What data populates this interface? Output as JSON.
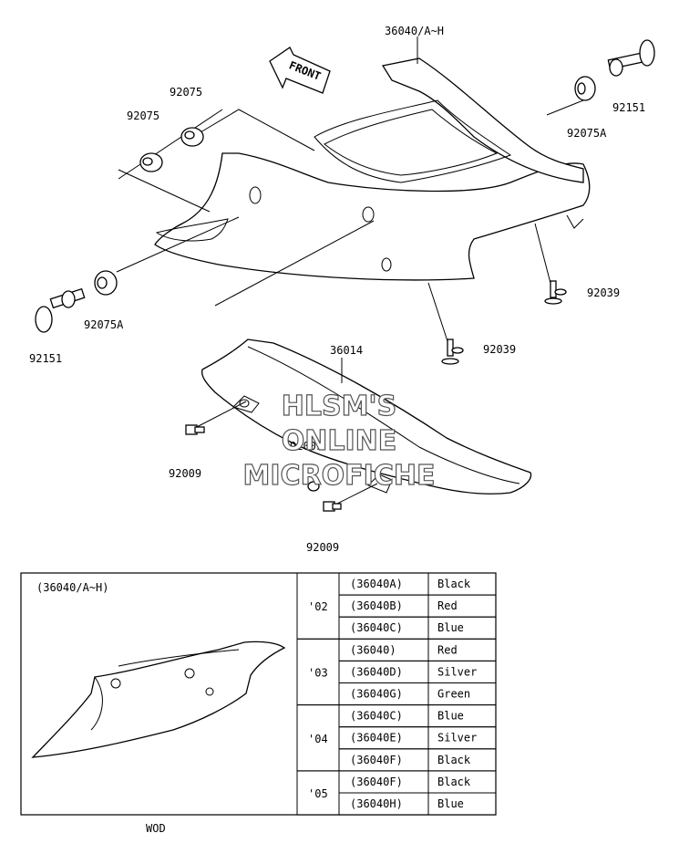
{
  "diagram": {
    "front_label": "FRONT",
    "callouts": {
      "c36040": "36040/A~H",
      "c92075_a": "92075",
      "c92075_b": "92075",
      "c92151_right": "92151",
      "c92075A_right": "92075A",
      "c92075A_left": "92075A",
      "c92151_left": "92151",
      "c92039_right": "92039",
      "c92039_center": "92039",
      "c36014": "36014",
      "c92009_left": "92009",
      "c92009_mid": "92009",
      "c92009_bottom": "92009"
    },
    "watermark": [
      "HLSM'S",
      "ONLINE",
      "MICROFICHE"
    ]
  },
  "inset": {
    "title": "(36040/A~H)",
    "footer": "WOD",
    "groups": [
      {
        "year": "'02",
        "rows": [
          {
            "part": "(36040A)",
            "color": "Black"
          },
          {
            "part": "(36040B)",
            "color": "Red"
          },
          {
            "part": "(36040C)",
            "color": "Blue"
          }
        ]
      },
      {
        "year": "'03",
        "rows": [
          {
            "part": "(36040)",
            "color": "Red"
          },
          {
            "part": "(36040D)",
            "color": "Silver"
          },
          {
            "part": "(36040G)",
            "color": "Green"
          }
        ]
      },
      {
        "year": "'04",
        "rows": [
          {
            "part": "(36040C)",
            "color": "Blue"
          },
          {
            "part": "(36040E)",
            "color": "Silver"
          },
          {
            "part": "(36040F)",
            "color": "Black"
          }
        ]
      },
      {
        "year": "'05",
        "rows": [
          {
            "part": "(36040F)",
            "color": "Black"
          },
          {
            "part": "(36040H)",
            "color": "Blue"
          }
        ]
      }
    ]
  }
}
